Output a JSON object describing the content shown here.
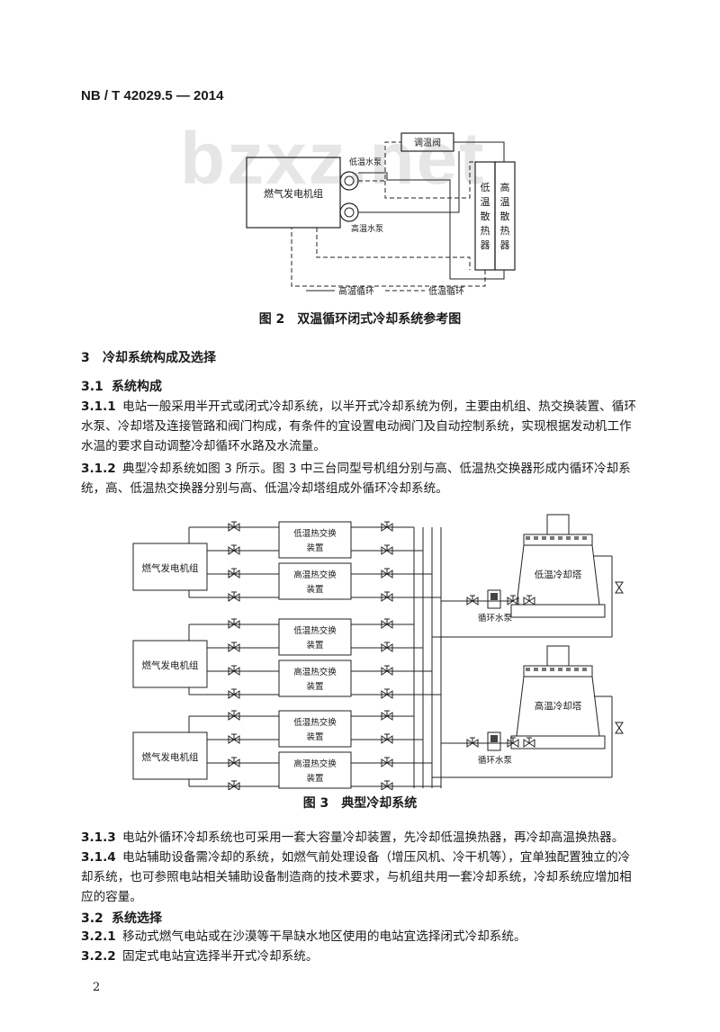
{
  "header": {
    "standard_no": "NB / T 42029.5 — 2014"
  },
  "watermark": "bzxz.net",
  "figure2": {
    "genset": "燃气发电机组",
    "pump_low": "低温水泵",
    "pump_high": "高温水泵",
    "valve": "调温阀",
    "radiator_low": [
      "低",
      "温",
      "散",
      "热",
      "器"
    ],
    "radiator_high": [
      "高",
      "温",
      "散",
      "热",
      "器"
    ],
    "legend_high": "高温循环",
    "legend_low": "低温循环",
    "caption": "图 2　双温循环闭式冷却系统参考图"
  },
  "section3": {
    "num": "3",
    "title": "冷却系统构成及选择"
  },
  "s3_1": {
    "num": "3.1",
    "title": "系统构成"
  },
  "p3_1_1": {
    "num": "3.1.1",
    "lines": [
      "电站一般采用半开式或闭式冷却系统，以半开式冷却系统为例，主要由机组、热交换装置、循环",
      "水泵、冷却塔及连接管路和阀门构成，有条件的宜设置电动阀门及自动控制系统，实现根据发动机工作",
      "水温的要求自动调整冷却循环水路及水流量。"
    ]
  },
  "p3_1_2": {
    "num": "3.1.2",
    "lines": [
      "典型冷却系统如图 3 所示。图 3 中三台同型号机组分别与高、低温热交换器形成内循环冷却系",
      "统，高、低温热交换器分别与高、低温冷却塔组成外循环冷却系统。"
    ]
  },
  "figure3": {
    "gensets": [
      "燃气发电机组",
      "燃气发电机组",
      "燃气发电机组"
    ],
    "hx_low": [
      "低温热交换",
      "装置"
    ],
    "hx_high": [
      "高温热交换",
      "装置"
    ],
    "tower_low": "低温冷却塔",
    "tower_high": "高温冷却塔",
    "pump": "循环水泵",
    "caption": "图 3　典型冷却系统"
  },
  "p3_1_3": {
    "num": "3.1.3",
    "lines": [
      "电站外循环冷却系统也可采用一套大容量冷却装置，先冷却低温换热器，再冷却高温换热器。"
    ]
  },
  "p3_1_4": {
    "num": "3.1.4",
    "lines": [
      "电站辅助设备需冷却的系统，如燃气前处理设备（增压风机、冷干机等），宜单独配置独立的冷",
      "却系统，也可参照电站相关辅助设备制造商的技术要求，与机组共用一套冷却系统，冷却系统应增加相",
      "应的容量。"
    ]
  },
  "s3_2": {
    "num": "3.2",
    "title": "系统选择"
  },
  "p3_2_1": {
    "num": "3.2.1",
    "lines": [
      "移动式燃气电站或在沙漠等干旱缺水地区使用的电站宜选择闭式冷却系统。"
    ]
  },
  "p3_2_2": {
    "num": "3.2.2",
    "lines": [
      "固定式电站宜选择半开式冷却系统。"
    ]
  },
  "page_number": "2"
}
